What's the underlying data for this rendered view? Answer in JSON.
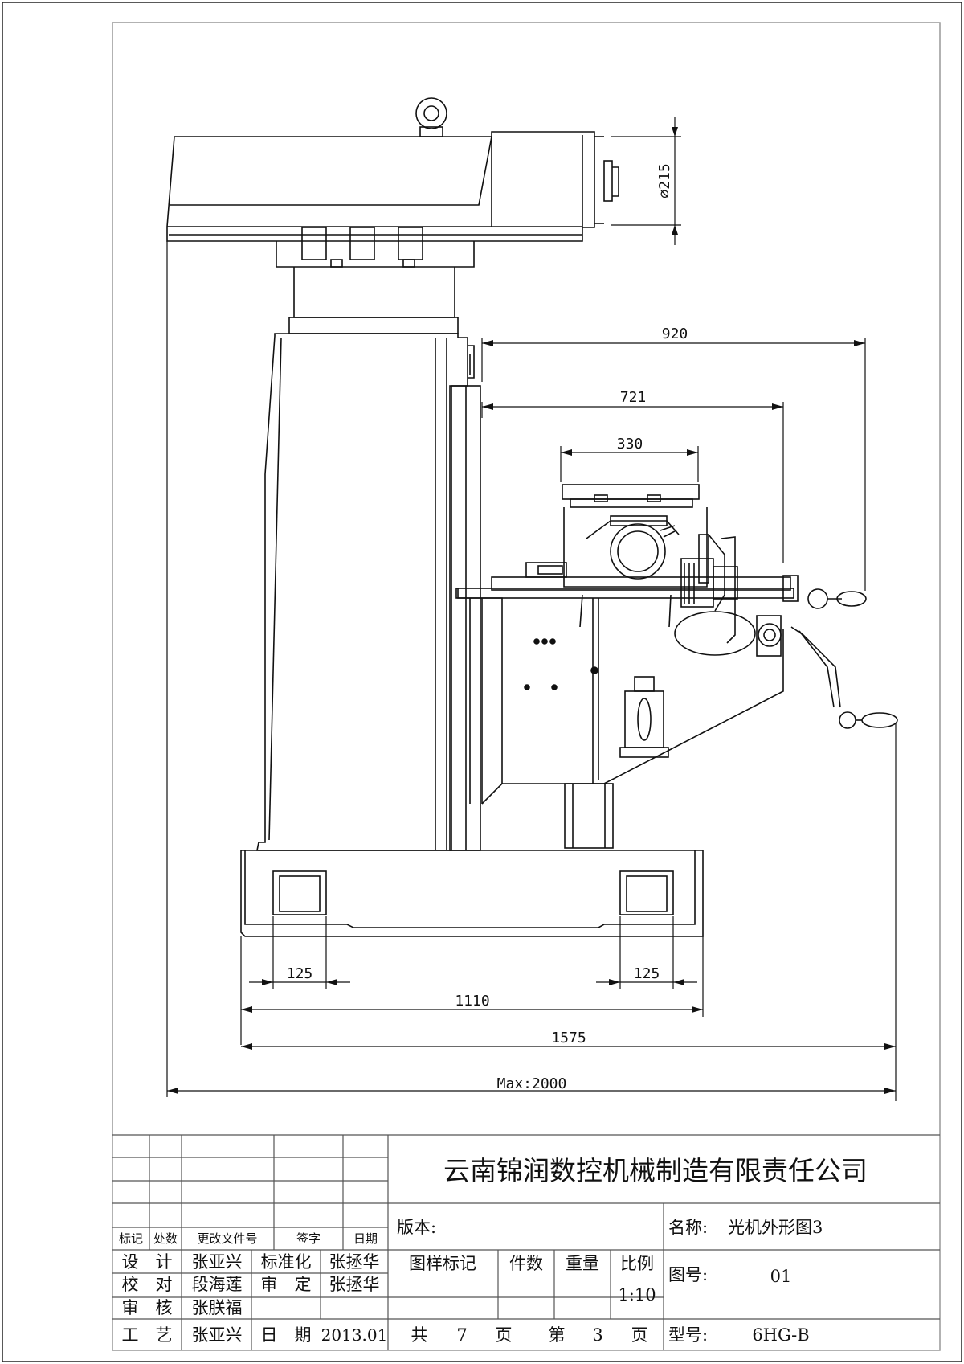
{
  "drawing": {
    "dimensions": {
      "d215": "⌀215",
      "d920": "920",
      "d721": "721",
      "d330": "330",
      "d125_left": "125",
      "d125_right": "125",
      "d1110": "1110",
      "d1575": "1575",
      "dmax": "Max:2000"
    }
  },
  "title_block": {
    "company": "云南锦润数控机械制造有限责任公司",
    "revision_headers": {
      "mark": "标记",
      "count": "处数",
      "doc_no": "更改文件号",
      "sign": "签字",
      "date": "日期"
    },
    "roles": {
      "design_label": "设　计",
      "design_name": "张亚兴",
      "standard_label": "标准化",
      "standard_name": "张拯华",
      "check_label": "校　对",
      "check_name": "段海莲",
      "approve_label": "审　定",
      "approve_name": "张拯华",
      "review_label": "审　核",
      "review_name": "张朕福",
      "process_label": "工　艺",
      "process_name": "张亚兴",
      "date_label": "日　期",
      "date_value": "2013.01"
    },
    "version_label": "版本:",
    "sample_mark_label": "图样标记",
    "pieces_label": "件数",
    "weight_label": "重量",
    "scale_label": "比例",
    "scale_value": "1:10",
    "total_label": "共",
    "total_value": "7",
    "page_label1": "页",
    "current_label": "第",
    "current_value": "3",
    "page_label2": "页",
    "name_label": "名称:",
    "name_value": "光机外形图3",
    "drawing_no_label": "图号:",
    "drawing_no_value": "01",
    "model_label": "型号:",
    "model_value": "6HG-B"
  }
}
